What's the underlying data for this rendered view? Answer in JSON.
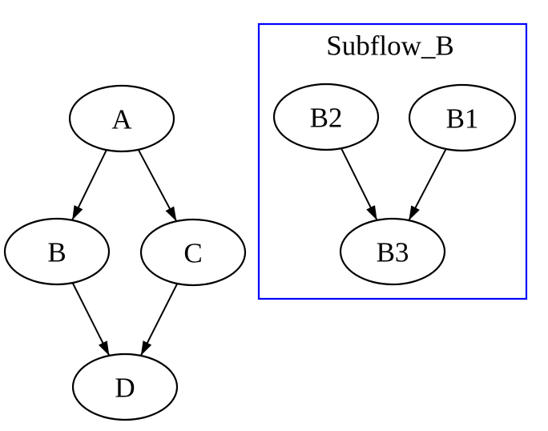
{
  "diagram": {
    "colors": {
      "background": "#ffffff",
      "node_stroke": "#000000",
      "edge_stroke": "#000000",
      "text": "#000000",
      "cluster_border": "#0000ff"
    },
    "nodes": {
      "A": {
        "label": "A"
      },
      "B": {
        "label": "B"
      },
      "C": {
        "label": "C"
      },
      "D": {
        "label": "D"
      },
      "B2": {
        "label": "B2"
      },
      "B1": {
        "label": "B1"
      },
      "B3": {
        "label": "B3"
      }
    },
    "cluster": {
      "label": "Subflow_B",
      "border_color": "#0000ff",
      "members": [
        "B2",
        "B1",
        "B3"
      ]
    },
    "edges": [
      {
        "from": "A",
        "to": "B"
      },
      {
        "from": "A",
        "to": "C"
      },
      {
        "from": "B",
        "to": "D"
      },
      {
        "from": "C",
        "to": "D"
      },
      {
        "from": "B2",
        "to": "B3"
      },
      {
        "from": "B1",
        "to": "B3"
      }
    ]
  }
}
